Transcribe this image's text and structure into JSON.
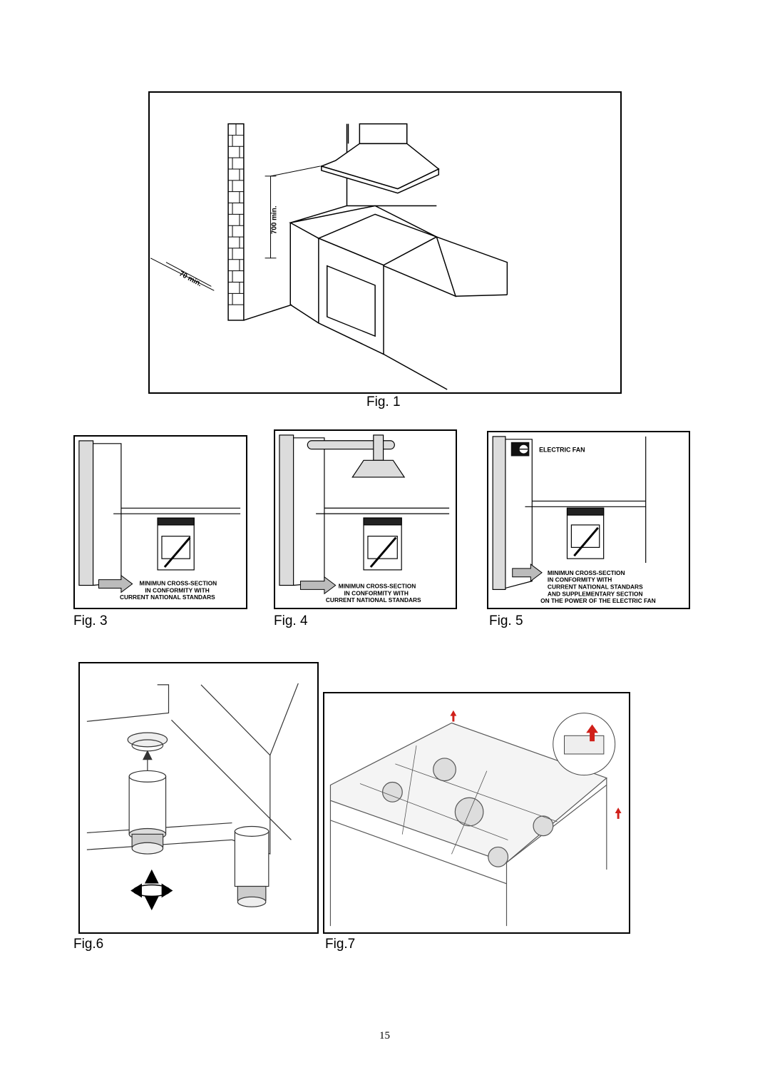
{
  "fig1": {
    "caption": "Fig. 1",
    "dim_height": "700 min.",
    "dim_side": "70 min."
  },
  "fig3": {
    "caption": "Fig. 3",
    "note_lines": [
      "MINIMUN CROSS-SECTION",
      "IN CONFORMITY WITH",
      "CURRENT NATIONAL STANDARS"
    ]
  },
  "fig4": {
    "caption": "Fig. 4",
    "note_lines": [
      "MINIMUN CROSS-SECTION",
      "IN CONFORMITY WITH",
      "CURRENT NATIONAL STANDARS"
    ]
  },
  "fig5": {
    "caption": "Fig. 5",
    "fan_label": "ELECTRIC FAN",
    "note_lines": [
      "MINIMUN CROSS-SECTION",
      "IN CONFORMITY WITH",
      "CURRENT NATIONAL STANDARS",
      "AND SUPPLEMENTARY SECTION",
      "ON THE POWER OF THE ELECTRIC FAN"
    ]
  },
  "fig6": {
    "caption": "Fig.6"
  },
  "fig7": {
    "caption": "Fig.7"
  },
  "page_number": "15",
  "colors": {
    "line": "#000000",
    "arrow_red": "#d0201a",
    "fill_gray": "#dcdcdc"
  }
}
